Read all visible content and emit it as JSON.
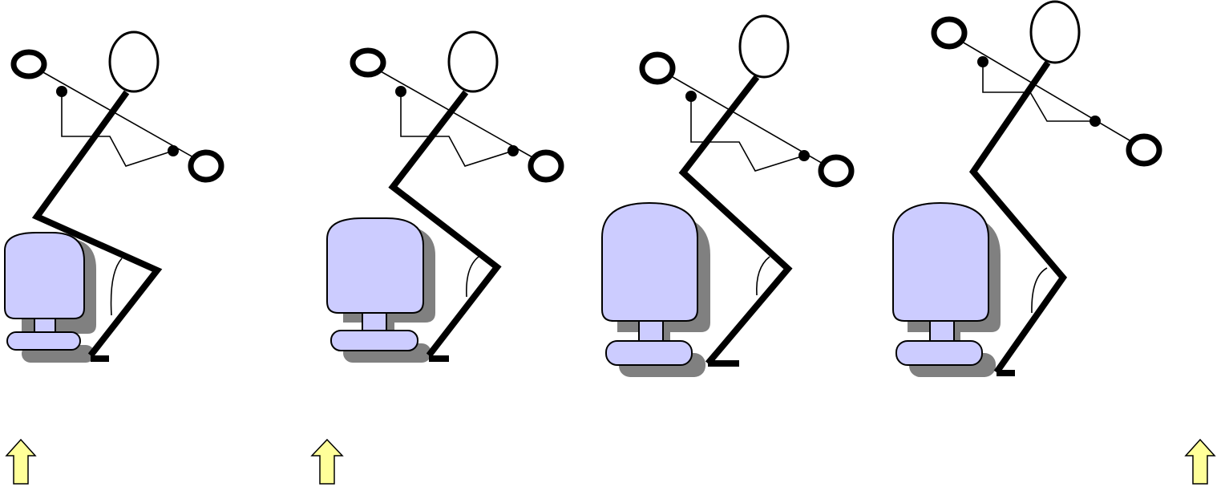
{
  "colors": {
    "background": "#ffffff",
    "stroke": "#000000",
    "seat_fill": "#ccccff",
    "seat_shadow": "#808080",
    "arrow_fill": "#ffff99"
  },
  "icons": {
    "seat": "chair-icon",
    "figure": "stick-figure-icon",
    "marker": "up-arrow-icon"
  },
  "frames": [
    {
      "name": "frame-1"
    },
    {
      "name": "frame-2"
    },
    {
      "name": "frame-3"
    },
    {
      "name": "frame-4"
    }
  ],
  "markers": [
    {
      "name": "up-arrow-1"
    },
    {
      "name": "up-arrow-2"
    },
    {
      "name": "up-arrow-3"
    }
  ]
}
